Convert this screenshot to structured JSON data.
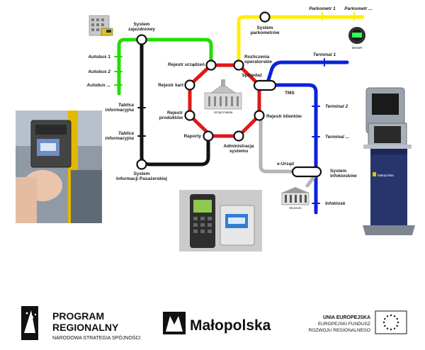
{
  "diagram": {
    "nodes": {
      "system_zajezdniowy": [
        "System",
        "zajezdniowy"
      ],
      "system_parkometrow": [
        "System",
        "parkometrów"
      ],
      "rejestr_urzadzen": "Rejestr urządzeń",
      "rozliczenia_operatorskie": [
        "Rozliczenia",
        "operatorskie"
      ],
      "rejestr_kart": "Rejestr kart",
      "sprzedaz": "Sprzedaż",
      "tms": "TMS",
      "urzad_miasta": "Urząd miasta",
      "rejestr_produktow": [
        "Rejestr",
        "produktów"
      ],
      "rejestr_klientow": "Rejestr klientów",
      "raporty": "Raporty",
      "administracja_systemu": [
        "Administracja",
        "systemu"
      ],
      "e_urzad": "e-Urząd",
      "system_infokioskow": [
        "System",
        "infokiosków"
      ],
      "muzeum": "Muzeum",
      "system_informacji": [
        "System",
        "Informacji Pasażerskiej"
      ],
      "mosir": "MOSiR"
    },
    "endpoints": {
      "autobus_1": "Autobus 1",
      "autobus_2": "Autobus 2",
      "autobus_n": "Autobus ...",
      "tablica_1": [
        "Tablica",
        "informacyjna"
      ],
      "tablica_2": [
        "Tablica",
        "informacyjna"
      ],
      "parkometr_1": "Parkometr 1",
      "parkometr_n": "Parkometr ...",
      "terminal_1": "Terminal 1",
      "terminal_2": "Terminal 2",
      "terminal_n": "Terminal ...",
      "infokiosk": "Infokiosk"
    },
    "colors": {
      "green": "#22dd00",
      "yellow": "#ffee00",
      "blue": "#0a22dd",
      "red": "#e01818",
      "black": "#111111",
      "gray": "#b4b4b4"
    }
  },
  "photos": {
    "ticket_validator": "ticket-validator-photo",
    "payment_terminal": "payment-terminal-photo",
    "kiosk_brand": "Małopolska"
  },
  "footer": {
    "program_line1": "PROGRAM",
    "program_line2": "REGIONALNY",
    "program_line3": "NARODOWA STRATEGIA SPÓJNOŚCI",
    "malopolska": "Małopolska",
    "eu_line1": "UNIA EUROPEJSKA",
    "eu_line2": "EUROPEJSKI FUNDUSZ",
    "eu_line3": "ROZWOJU REGIONALNEGO"
  }
}
